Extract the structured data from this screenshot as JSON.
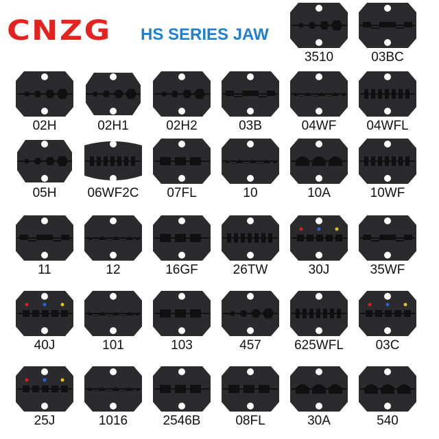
{
  "header": {
    "logo_text": "CNZG",
    "series_title": "HS SERIES JAW"
  },
  "colors": {
    "logo": "#e4231f",
    "title": "#1f7fd1",
    "jaw_body": "#2b2b2d",
    "jaw_dark": "#101011",
    "label": "#111111"
  },
  "jaws": [
    {
      "model": "3510",
      "icon": "round-jaw-icon",
      "cavity": "hexagon-cavity"
    },
    {
      "model": "03BC",
      "icon": "round-jaw-icon",
      "cavity": "bump-cavity"
    },
    {
      "model": "02H",
      "icon": "round-jaw-icon",
      "cavity": "hexagon-cavity"
    },
    {
      "model": "02H1",
      "icon": "tapered-jaw-icon",
      "cavity": "hexagon-cavity"
    },
    {
      "model": "02H2",
      "icon": "round-jaw-icon",
      "cavity": "hexagon-cavity"
    },
    {
      "model": "03B",
      "icon": "round-jaw-icon",
      "cavity": "bump-cavity"
    },
    {
      "model": "04WF",
      "icon": "round-jaw-icon",
      "cavity": "wave-cavity"
    },
    {
      "model": "04WFL",
      "icon": "round-jaw-icon",
      "cavity": "comb-cavity"
    },
    {
      "model": "05H",
      "icon": "tapered-jaw-icon",
      "cavity": "hexagon-cavity"
    },
    {
      "model": "06WF2C",
      "icon": "wide-jaw-icon",
      "cavity": "comb-cavity"
    },
    {
      "model": "07FL",
      "icon": "round-jaw-icon",
      "cavity": "slot-cavity"
    },
    {
      "model": "10",
      "icon": "round-jaw-icon",
      "cavity": "wave-cavity"
    },
    {
      "model": "10A",
      "icon": "round-jaw-icon",
      "cavity": "arch-cavity"
    },
    {
      "model": "10WF",
      "icon": "round-jaw-icon",
      "cavity": "comb-cavity"
    },
    {
      "model": "11",
      "icon": "round-jaw-icon",
      "cavity": "bump-cavity"
    },
    {
      "model": "12",
      "icon": "round-jaw-icon",
      "cavity": "wave-cavity"
    },
    {
      "model": "16GF",
      "icon": "round-jaw-icon",
      "cavity": "slot-cavity"
    },
    {
      "model": "26TW",
      "icon": "round-jaw-icon",
      "cavity": "comb-cavity"
    },
    {
      "model": "30J",
      "icon": "round-jaw-icon",
      "cavity": "dot-cavity"
    },
    {
      "model": "35WF",
      "icon": "round-jaw-icon",
      "cavity": "bump-cavity"
    },
    {
      "model": "40J",
      "icon": "round-jaw-icon",
      "cavity": "dot-cavity"
    },
    {
      "model": "101",
      "icon": "round-jaw-icon",
      "cavity": "wave-cavity"
    },
    {
      "model": "103",
      "icon": "round-jaw-icon",
      "cavity": "slot-cavity"
    },
    {
      "model": "457",
      "icon": "round-jaw-icon",
      "cavity": "hexagon-cavity"
    },
    {
      "model": "625WFL",
      "icon": "round-jaw-icon",
      "cavity": "comb-cavity"
    },
    {
      "model": "03C",
      "icon": "round-jaw-icon",
      "cavity": "dot-cavity"
    },
    {
      "model": "25J",
      "icon": "round-jaw-icon",
      "cavity": "dot-cavity"
    },
    {
      "model": "1016",
      "icon": "round-jaw-icon",
      "cavity": "wave-cavity"
    },
    {
      "model": "2546B",
      "icon": "round-jaw-icon",
      "cavity": "slot-cavity"
    },
    {
      "model": "08FL",
      "icon": "round-jaw-icon",
      "cavity": "slot-cavity"
    },
    {
      "model": "30A",
      "icon": "round-jaw-icon",
      "cavity": "arch-cavity"
    },
    {
      "model": "540",
      "icon": "round-jaw-icon",
      "cavity": "arch-cavity"
    }
  ]
}
